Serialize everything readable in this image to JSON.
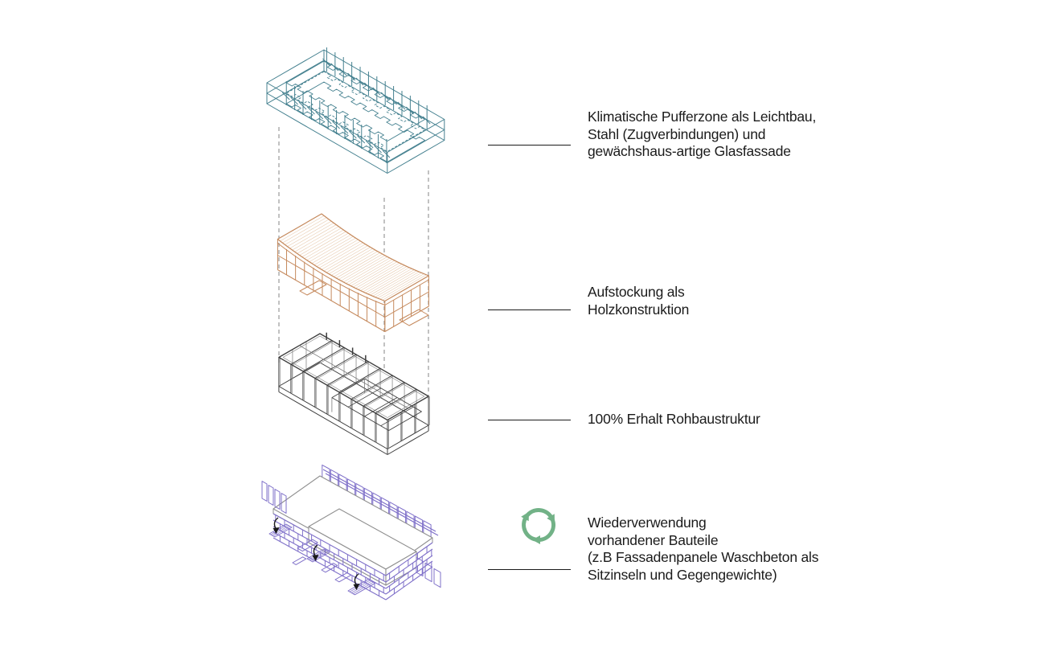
{
  "page": {
    "background": "#ffffff"
  },
  "palette": {
    "buffer_teal": "#44808F",
    "wood_orange": "#C5895C",
    "wood_hatch": "#E7CBB0",
    "structure_dark": "#3D3D3D",
    "structure_mid": "#7A7A7A",
    "existing_purple": "#7F70C9",
    "existing_gray": "#8F8F8F",
    "recycle_green": "#72B287",
    "text": "#1B1B1B",
    "guide_gray": "#9A9A9A",
    "arrow_black": "#1A1A1A"
  },
  "structures": [
    {
      "id": "buffer-zone",
      "color": "#44808F"
    },
    {
      "id": "timber-addition",
      "color": "#C5895C"
    },
    {
      "id": "concrete-shell",
      "color": "#3D3D3D"
    },
    {
      "id": "existing-building",
      "color": "#7F70C9"
    }
  ],
  "icons": {
    "reuse": "recycle-icon"
  },
  "annotations": {
    "buffer": {
      "lines": [
        "Klimatische Pufferzone als Leichtbau,",
        "Stahl (Zugverbindungen) und",
        "gewächshaus-artige Glasfassade"
      ]
    },
    "timber": {
      "lines": [
        "Aufstockung als",
        "Holzkonstruktion"
      ]
    },
    "shell": {
      "lines": [
        "100% Erhalt Rohbaustruktur"
      ]
    },
    "reuse": {
      "lines": [
        "Wiederverwendung",
        "vorhandener Bauteile",
        "(z.B Fassadenpanele Waschbeton als",
        "Sitzinseln und Gegengewichte)"
      ]
    }
  }
}
